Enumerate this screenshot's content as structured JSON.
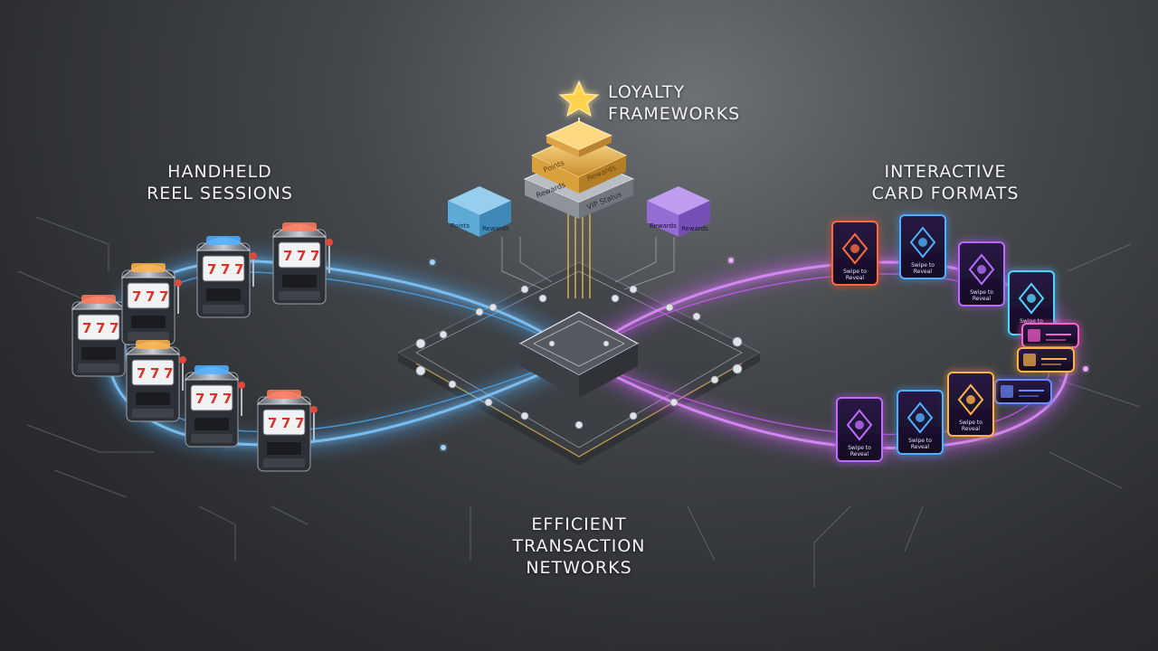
{
  "labels": {
    "handheld": {
      "line1": "HANDHELD",
      "line2": "REEL SESSIONS"
    },
    "card": {
      "line1": "INTERACTIVE",
      "line2": "CARD FORMATS"
    },
    "loyalty": {
      "line1": "LOYALTY",
      "line2": "FRAMEWORKS"
    },
    "efficient": {
      "line1": "EFFICIENT",
      "line2": "TRANSACTION",
      "line3": "NETWORKS"
    }
  },
  "loyalty_stack": {
    "top_tier_left": "Points",
    "top_tier_right": "Rewards",
    "bottom_tier_left": "Rewards",
    "bottom_tier_right": "VIP Status"
  },
  "side_cubes": {
    "blue_left": "Points",
    "blue_right": "Rewards",
    "purple_left": "Rewards",
    "purple_right": "Rewards"
  },
  "slot_symbol": "7",
  "card_caption": {
    "line1": "Swipe to",
    "line2": "Reveal"
  },
  "colors": {
    "blue_loop": "#4fb0ff",
    "purple_loop": "#d25cff",
    "gold": "#f2c14e",
    "background": "#2a2c2f"
  }
}
